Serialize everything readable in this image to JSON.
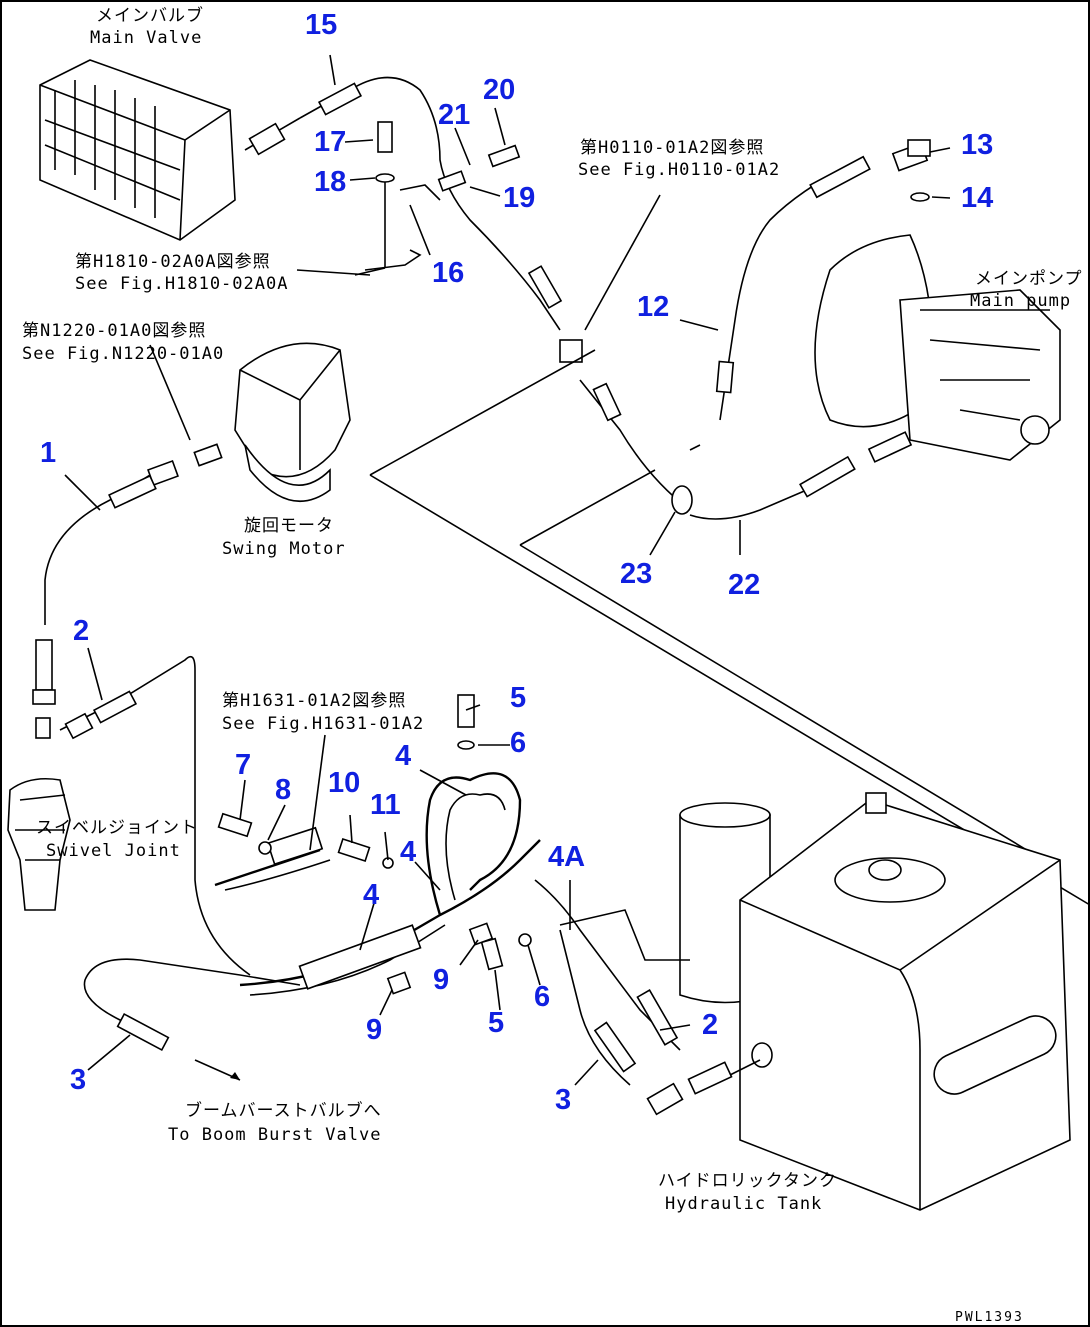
{
  "labels": {
    "main_valve_jp": "メインバルブ",
    "main_valve_en": "Main Valve",
    "main_pump_jp": "メインポンプ",
    "main_pump_en": "Main pump",
    "swing_motor_jp": "旋回モータ",
    "swing_motor_en": "Swing Motor",
    "swivel_joint_jp": "スイベルジョイント",
    "swivel_joint_en": "Swivel Joint",
    "hydraulic_tank_jp": "ハイドロリックタンク",
    "hydraulic_tank_en": "Hydraulic Tank",
    "boom_burst_jp": "ブームバーストバルブへ",
    "boom_burst_en": "To Boom Burst Valve",
    "ref_h181_jp": "第H1810-02A0A図参照",
    "ref_h181_en": "See Fig.H1810-02A0A",
    "ref_n1220_jp": "第N1220-01A0図参照",
    "ref_n1220_en": "See Fig.N1220-01A0",
    "ref_h0110_jp": "第H0110-01A2図参照",
    "ref_h0110_en": "See Fig.H0110-01A2",
    "ref_h1631_jp": "第H1631-01A2図参照",
    "ref_h1631_en": "See Fig.H1631-01A2"
  },
  "callouts": {
    "c1": "1",
    "c2a": "2",
    "c2b": "2",
    "c3a": "3",
    "c3b": "3",
    "c4a": "4",
    "c4b": "4",
    "c4c": "4",
    "c4A": "4A",
    "c5a": "5",
    "c5b": "5",
    "c6a": "6",
    "c6b": "6",
    "c7": "7",
    "c8": "8",
    "c9a": "9",
    "c9b": "9",
    "c10": "10",
    "c11": "11",
    "c12": "12",
    "c13": "13",
    "c14": "14",
    "c15": "15",
    "c16": "16",
    "c17": "17",
    "c18": "18",
    "c19": "19",
    "c20": "20",
    "c21": "21",
    "c22": "22",
    "c23": "23"
  },
  "drawing_code": "PWL1393",
  "colors": {
    "callout": "#1020e0",
    "line": "#000000"
  }
}
